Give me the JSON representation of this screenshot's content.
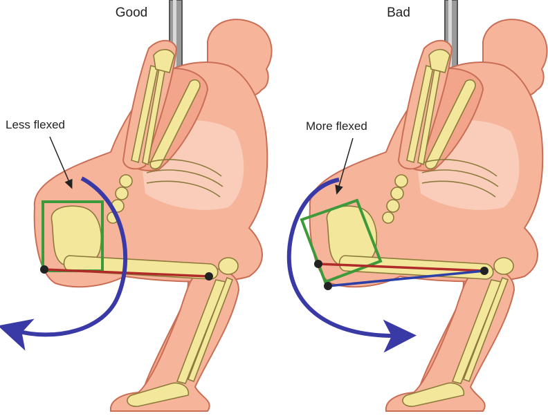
{
  "panels": [
    {
      "heading": "Good",
      "annotation": "Less flexed"
    },
    {
      "heading": "Bad",
      "annotation": "More flexed"
    }
  ],
  "colors": {
    "skin": "#f6b59a",
    "skin_light": "#fad3c0",
    "skin_outline": "#c96e55",
    "bone": "#f3e79b",
    "bone_outline": "#8c7a3a",
    "pelvis_box": "#3c9a3a",
    "femur_line": "#b02a2a",
    "tilt_line": "#2a3fa8",
    "rotation_arrow": "#3a3aa6",
    "bar": "#9a9a9a",
    "text": "#222222"
  }
}
